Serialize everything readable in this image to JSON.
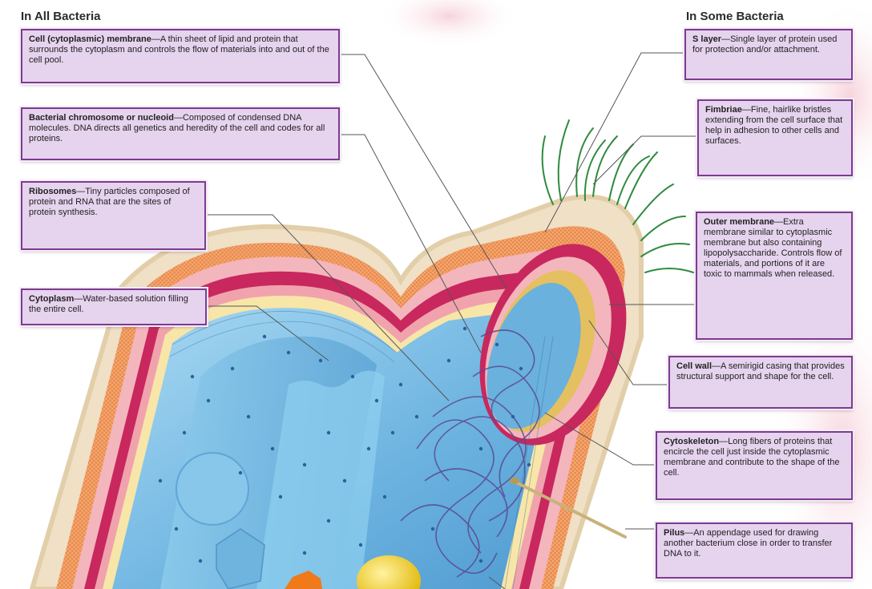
{
  "headings": {
    "left": "In All Bacteria",
    "right": "In Some Bacteria"
  },
  "labels": [
    {
      "id": "cell-membrane",
      "term": "Cell (cytoplasmic) membrane",
      "description": "A thin sheet of lipid and protein that surrounds the cytoplasm and controls the flow of materials into and out of the cell pool."
    },
    {
      "id": "chromosome",
      "term": "Bacterial chromosome or nucleoid",
      "description": "Composed of condensed DNA molecules. DNA directs all genetics and heredity of the cell and codes for all proteins."
    },
    {
      "id": "ribosomes",
      "term": "Ribosomes",
      "description": "Tiny particles composed of protein and RNA that are the sites of protein synthesis."
    },
    {
      "id": "cytoplasm",
      "term": "Cytoplasm",
      "description": "Water-based solution filling the entire cell."
    },
    {
      "id": "s-layer",
      "term": "S layer",
      "description": "Single layer of protein used for protection and/or attachment."
    },
    {
      "id": "fimbriae",
      "term": "Fimbriae",
      "description": "Fine, hairlike bristles extending from the cell surface that help in adhesion to other cells and surfaces."
    },
    {
      "id": "outer-membrane",
      "term": "Outer membrane",
      "description": "Extra membrane similar to cytoplasmic membrane but also containing lipopolysaccharide. Controls flow of materials, and portions of it are toxic to mammals when released."
    },
    {
      "id": "cell-wall",
      "term": "Cell wall",
      "description": "A semirigid casing that provides structural support and shape for the cell."
    },
    {
      "id": "cytoskeleton",
      "term": "Cytoskeleton",
      "description": "Long fibers of proteins that encircle the cell just inside the cytoplasmic membrane and contribute to the shape of the cell."
    },
    {
      "id": "pilus",
      "term": "Pilus",
      "description": "An appendage used for drawing another bacterium close in order to transfer DNA to it."
    }
  ],
  "colors": {
    "box_fill": "#e6d3ee",
    "box_border": "#7d3b8f",
    "cytoplasm": "#7cbde6",
    "cell_wall": "#c8285e",
    "s_layer": "#e88a4a",
    "fimbriae": "#2e8b3e",
    "dna": "#5b4a8f"
  }
}
